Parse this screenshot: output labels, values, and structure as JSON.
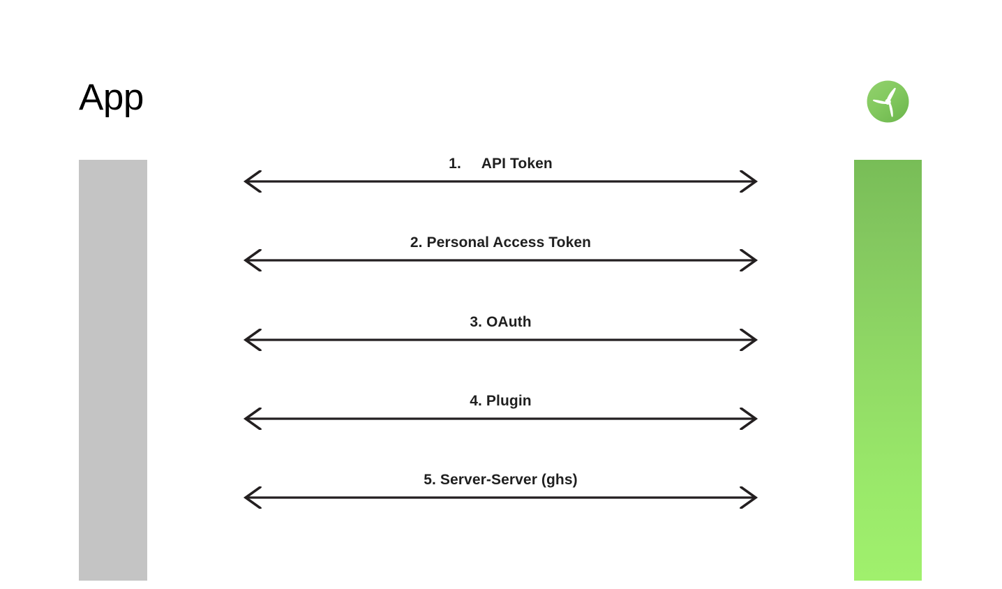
{
  "diagram": {
    "type": "sequence-diagram",
    "title": "App",
    "background_color": "#ffffff",
    "participants": [
      {
        "id": "app",
        "name": "App",
        "label": "App",
        "lifeline_color": "#c4c4c4",
        "side": "left"
      },
      {
        "id": "service",
        "name": "service",
        "label": "",
        "lifeline_color_top": "#78bd57",
        "lifeline_color_bottom": "#a0f06d",
        "icon": "propeller-logo-icon",
        "side": "right"
      }
    ],
    "messages": [
      {
        "number": "1.",
        "text": "API Token",
        "label": "1.     API Token",
        "direction": "bidirectional"
      },
      {
        "number": "2.",
        "text": "Personal Access Token",
        "label": "2. Personal Access Token",
        "direction": "bidirectional"
      },
      {
        "number": "3.",
        "text": "OAuth",
        "label": "3. OAuth",
        "direction": "bidirectional"
      },
      {
        "number": "4.",
        "text": "Plugin",
        "label": "4. Plugin",
        "direction": "bidirectional"
      },
      {
        "number": "5.",
        "text": "Server-Server (ghs)",
        "label": "5. Server-Server (ghs)",
        "direction": "bidirectional"
      }
    ],
    "colors": {
      "text": "#1f1f1f",
      "title": "#000000",
      "arrow": "#231f20",
      "app_lifeline": "#c4c4c4",
      "logo_green_light": "#a0f06d",
      "logo_green_dark": "#6fb84f"
    }
  }
}
